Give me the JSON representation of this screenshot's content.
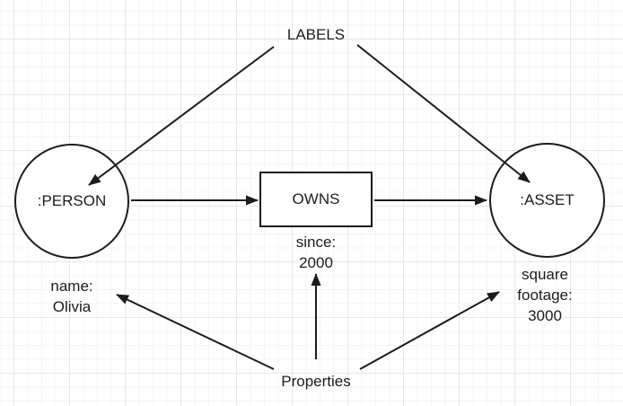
{
  "canvas": {
    "background_color": "#ffffff",
    "grid_minor_color": "#f4f4f4",
    "grid_major_color": "#e7e7e7",
    "stroke_color": "#1c1c1c"
  },
  "annotations": {
    "labels": "LABELS",
    "properties": "Properties"
  },
  "nodes": {
    "person": {
      "label": ":PERSON",
      "property": "name:\nOlivia"
    },
    "asset": {
      "label": ":ASSET",
      "property": "square\nfootage:\n3000"
    }
  },
  "relationship": {
    "label": "OWNS",
    "property": "since:\n2000"
  }
}
